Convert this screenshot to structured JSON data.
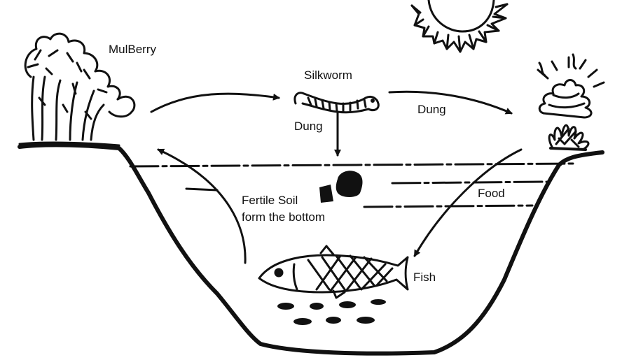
{
  "labels": {
    "mulberry": "MulBerry",
    "silkworm": "Silkworm",
    "dung_silkworm": "Dung",
    "dung_right": "Dung",
    "fertile_soil_line1": "Fertile Soil",
    "fertile_soil_line2": "form the bottom",
    "food": "Food",
    "fish": "Fish"
  },
  "colors": {
    "ink": "#111111",
    "background": "#ffffff"
  }
}
